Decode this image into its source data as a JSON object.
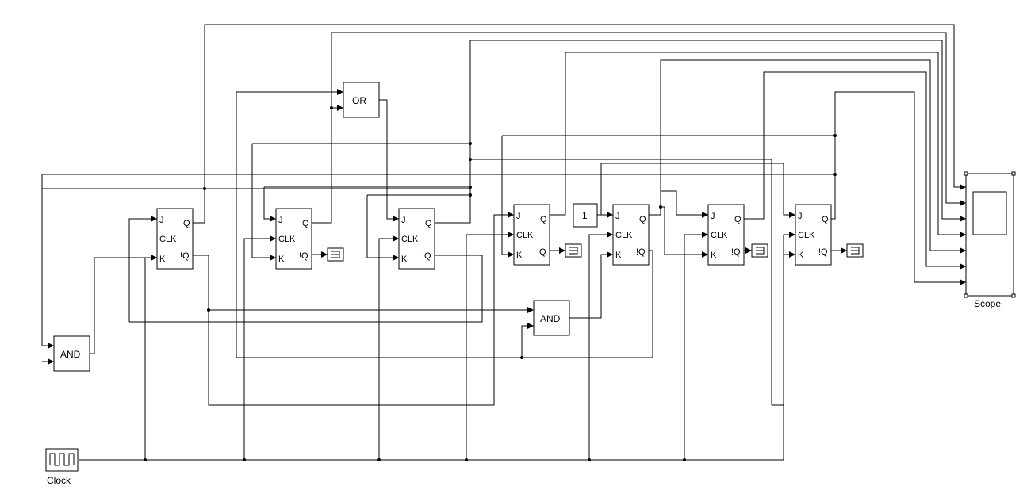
{
  "diagram": {
    "flipflop_labels": {
      "j": "J",
      "clk": "CLK",
      "k": "K",
      "q": "Q",
      "iq": "!Q"
    },
    "or_label": "OR",
    "and_left_label": "AND",
    "and_mid_label": "AND",
    "constant_value": "1",
    "clock_caption": "Clock",
    "scope_caption": "Scope",
    "terminator_icon": "terminator-icon",
    "pulse_icon": "pulse-wave-icon"
  }
}
